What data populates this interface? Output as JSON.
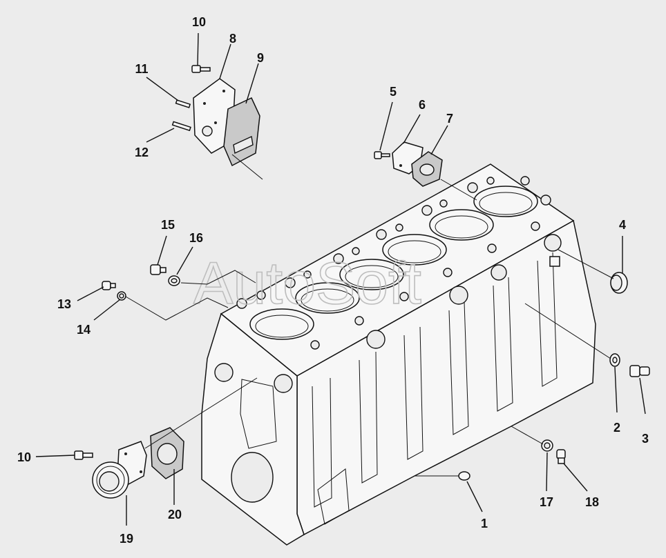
{
  "watermark": "AutoSoft",
  "callouts": [
    {
      "id": "c1",
      "label": "1"
    },
    {
      "id": "c2",
      "label": "2"
    },
    {
      "id": "c3",
      "label": "3"
    },
    {
      "id": "c4",
      "label": "4"
    },
    {
      "id": "c5",
      "label": "5"
    },
    {
      "id": "c6",
      "label": "6"
    },
    {
      "id": "c7",
      "label": "7"
    },
    {
      "id": "c8",
      "label": "8"
    },
    {
      "id": "c9",
      "label": "9"
    },
    {
      "id": "c10a",
      "label": "10"
    },
    {
      "id": "c10b",
      "label": "10"
    },
    {
      "id": "c11",
      "label": "11"
    },
    {
      "id": "c12",
      "label": "12"
    },
    {
      "id": "c13",
      "label": "13"
    },
    {
      "id": "c14",
      "label": "14"
    },
    {
      "id": "c15",
      "label": "15"
    },
    {
      "id": "c16",
      "label": "16"
    },
    {
      "id": "c17",
      "label": "17"
    },
    {
      "id": "c18",
      "label": "18"
    },
    {
      "id": "c19",
      "label": "19"
    },
    {
      "id": "c20",
      "label": "20"
    }
  ]
}
